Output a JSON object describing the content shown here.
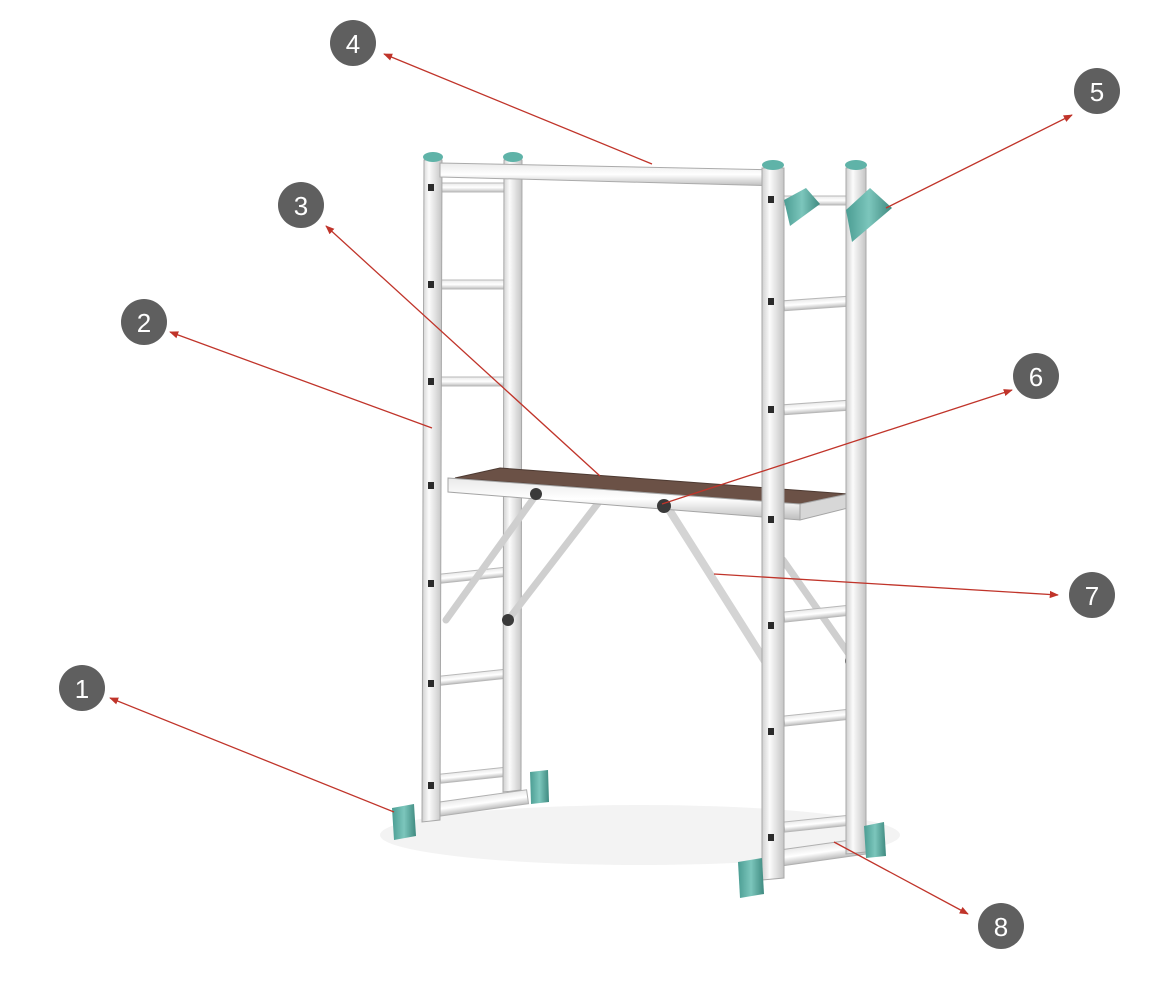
{
  "colors": {
    "callout_fill": "#5f5f5f",
    "leader_line": "#c0342a",
    "aluminium_light": "#f2f2f2",
    "aluminium_mid": "#d9d9d9",
    "aluminium_dark": "#b5b5b5",
    "teal": "#5fb3a8",
    "deck": "#6b5146"
  },
  "callouts": [
    {
      "id": "1",
      "label": "1"
    },
    {
      "id": "2",
      "label": "2"
    },
    {
      "id": "3",
      "label": "3"
    },
    {
      "id": "4",
      "label": "4"
    },
    {
      "id": "5",
      "label": "5"
    },
    {
      "id": "6",
      "label": "6"
    },
    {
      "id": "7",
      "label": "7"
    },
    {
      "id": "8",
      "label": "8"
    }
  ]
}
